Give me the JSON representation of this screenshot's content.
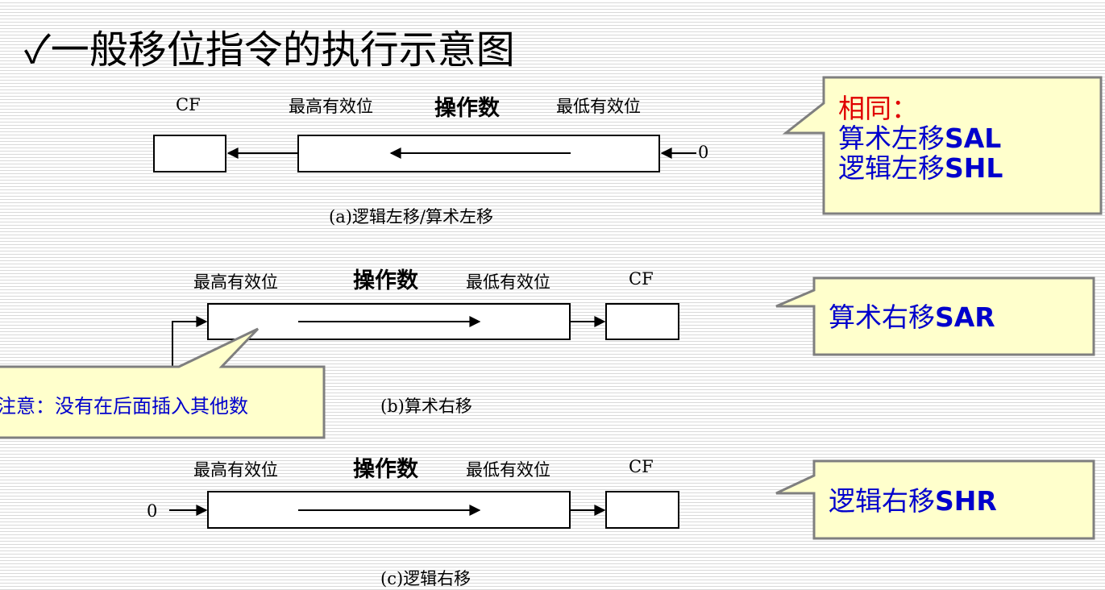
{
  "title": "✓一般移位指令的执行示意图",
  "labels": {
    "cf": "CF",
    "msb": "最高有效位",
    "operand": "操作数",
    "lsb": "最低有效位",
    "zero": "0"
  },
  "captions": {
    "a": "(a)逻辑左移/算术左移",
    "b": "(b)算术右移",
    "c": "(c)逻辑右移"
  },
  "callouts": {
    "same_label": "相同：",
    "sal_cn": "算术左移",
    "sal_en": "SAL",
    "shl_cn": "逻辑左移",
    "shl_en": "SHL",
    "sar_cn": "算术右移",
    "sar_en": "SAR",
    "shr_cn": "逻辑右移",
    "shr_en": "SHR",
    "note": "注意：没有在后面插入其他数"
  },
  "colors": {
    "callout_fill": "#ffffcc",
    "callout_border": "#7f7f7f",
    "callout_text": "#0000cc",
    "highlight_text": "#e00000"
  }
}
